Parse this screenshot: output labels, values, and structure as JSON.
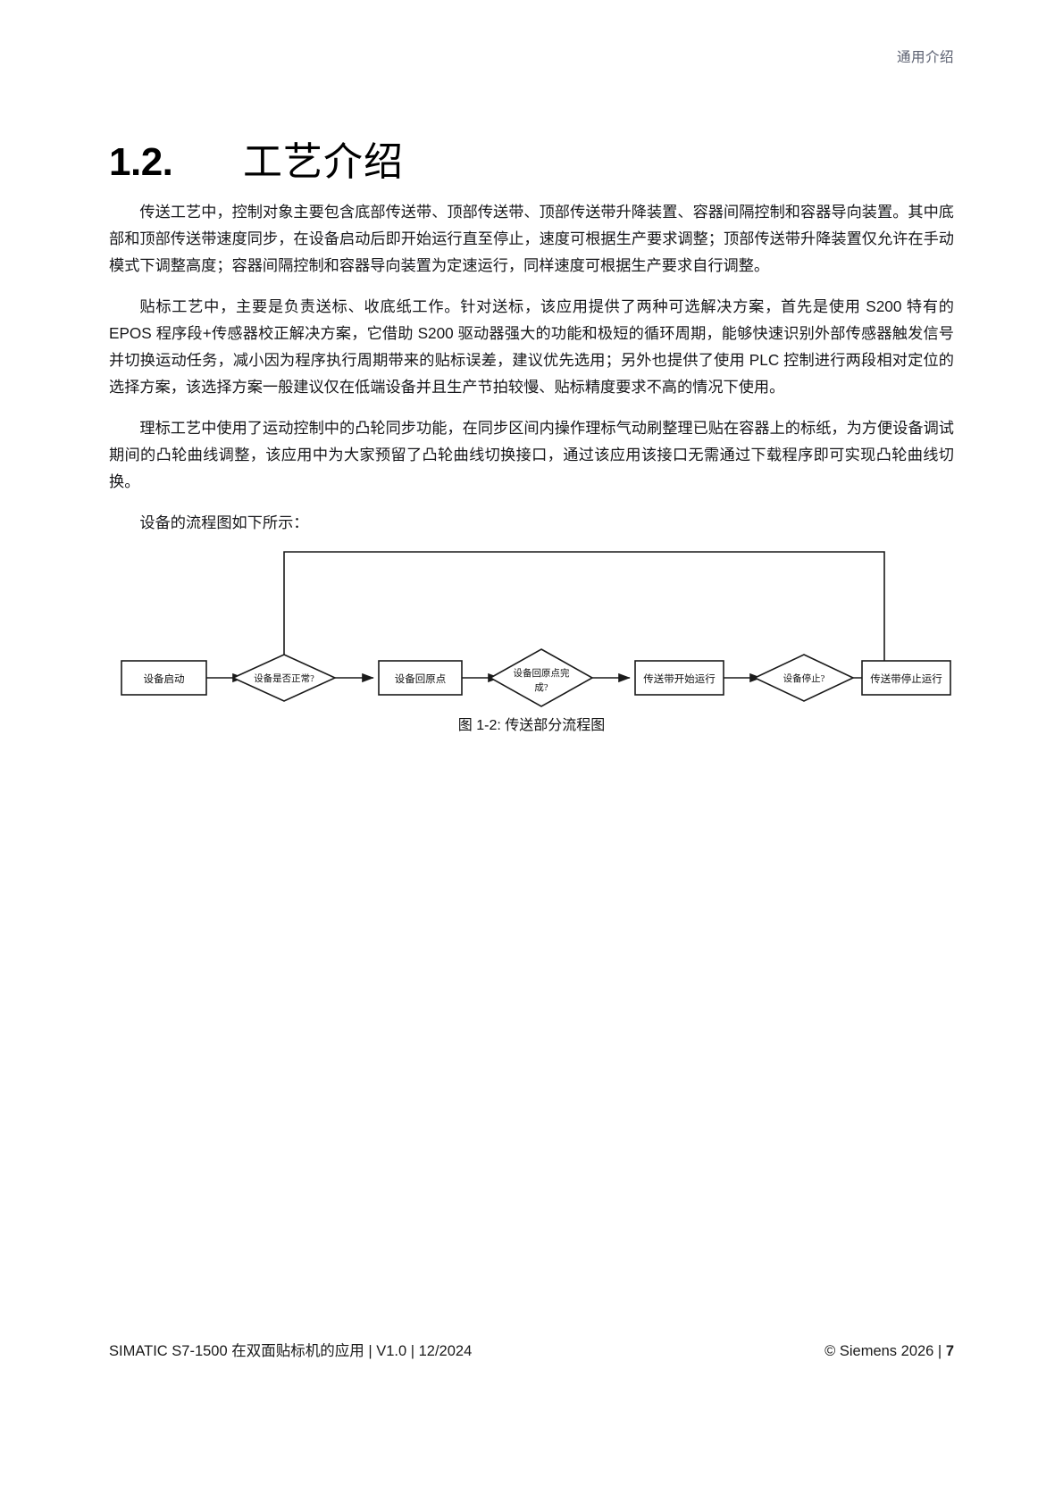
{
  "header": {
    "section_label": "通用介绍"
  },
  "title": {
    "number": "1.2.",
    "text": "工艺介绍"
  },
  "paragraphs": [
    "传送工艺中，控制对象主要包含底部传送带、顶部传送带、顶部传送带升降装置、容器间隔控制和容器导向装置。其中底部和顶部传送带速度同步，在设备启动后即开始运行直至停止，速度可根据生产要求调整；顶部传送带升降装置仅允许在手动模式下调整高度；容器间隔控制和容器导向装置为定速运行，同样速度可根据生产要求自行调整。",
    "贴标工艺中，主要是负责送标、收底纸工作。针对送标，该应用提供了两种可选解决方案，首先是使用 S200 特有的 EPOS 程序段+传感器校正解决方案，它借助 S200 驱动器强大的功能和极短的循环周期，能够快速识别外部传感器触发信号并切换运动任务，减小因为程序执行周期带来的贴标误差，建议优先选用；另外也提供了使用 PLC 控制进行两段相对定位的选择方案，该选择方案一般建议仅在低端设备并且生产节拍较慢、贴标精度要求不高的情况下使用。",
    "理标工艺中使用了运动控制中的凸轮同步功能，在同步区间内操作理标气动刷整理已贴在容器上的标纸，为方便设备调试期间的凸轮曲线调整，该应用中为大家预留了凸轮曲线切换接口，通过该应用该接口无需通过下载程序即可实现凸轮曲线切换。",
    "设备的流程图如下所示："
  ],
  "flowchart": {
    "nodes": [
      {
        "id": "start",
        "shape": "rect",
        "label": "设备启动"
      },
      {
        "id": "check_normal",
        "shape": "diamond",
        "label": "设备是否正常?"
      },
      {
        "id": "homing",
        "shape": "rect",
        "label": "设备回原点"
      },
      {
        "id": "homing_done",
        "shape": "diamond",
        "label_line1": "设备回原点完",
        "label_line2": "成?"
      },
      {
        "id": "belt_start",
        "shape": "rect",
        "label": "传送带开始运行"
      },
      {
        "id": "stop_check",
        "shape": "diamond",
        "label": "设备停止?"
      },
      {
        "id": "belt_stop",
        "shape": "rect",
        "label": "传送带停止运行"
      }
    ],
    "has_feedback_loop": true,
    "caption": "图 1-2: 传送部分流程图"
  },
  "footer": {
    "left": "SIMATIC S7-1500 在双面贴标机的应用 | V1.0 | 12/2024",
    "copyright": "© Siemens 2026 | ",
    "page_number": "7"
  },
  "colors": {
    "header_text": "#5b6070",
    "body_text": "#17171a",
    "line": "#1a1a1a"
  }
}
